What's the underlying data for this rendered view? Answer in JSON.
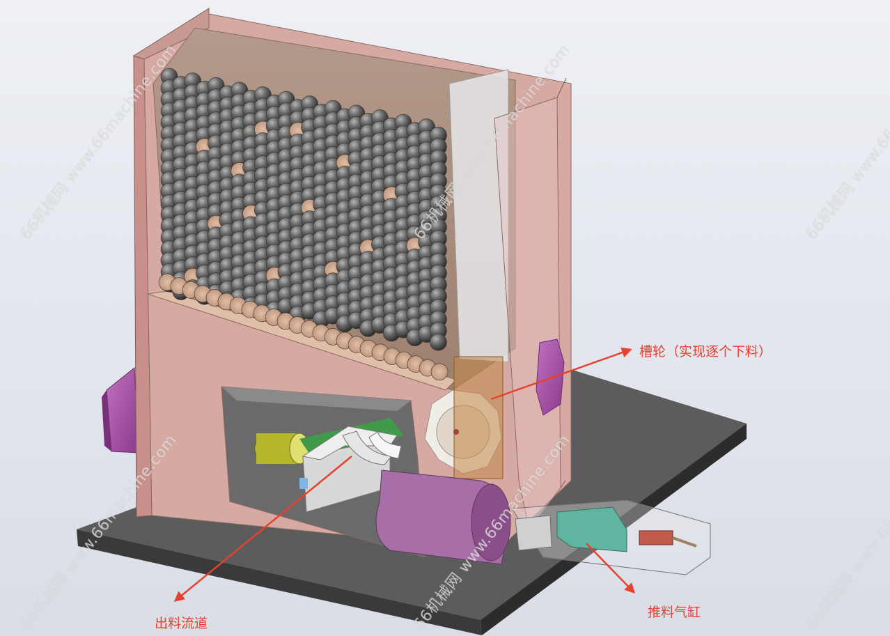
{
  "annotations": {
    "sheave": "槽轮（实现逐个下料）",
    "outlet": "出料流道",
    "cylinder": "推料气缸"
  },
  "watermark": "66机械网 www.66machine.com",
  "colors": {
    "annotation": "#e8402e",
    "base_plate": "#585858",
    "frame": "#d9a8a0",
    "rollers": "#5a5a5a",
    "motor": "#b04fb0",
    "cylinder_body": "#5fb5a0"
  }
}
